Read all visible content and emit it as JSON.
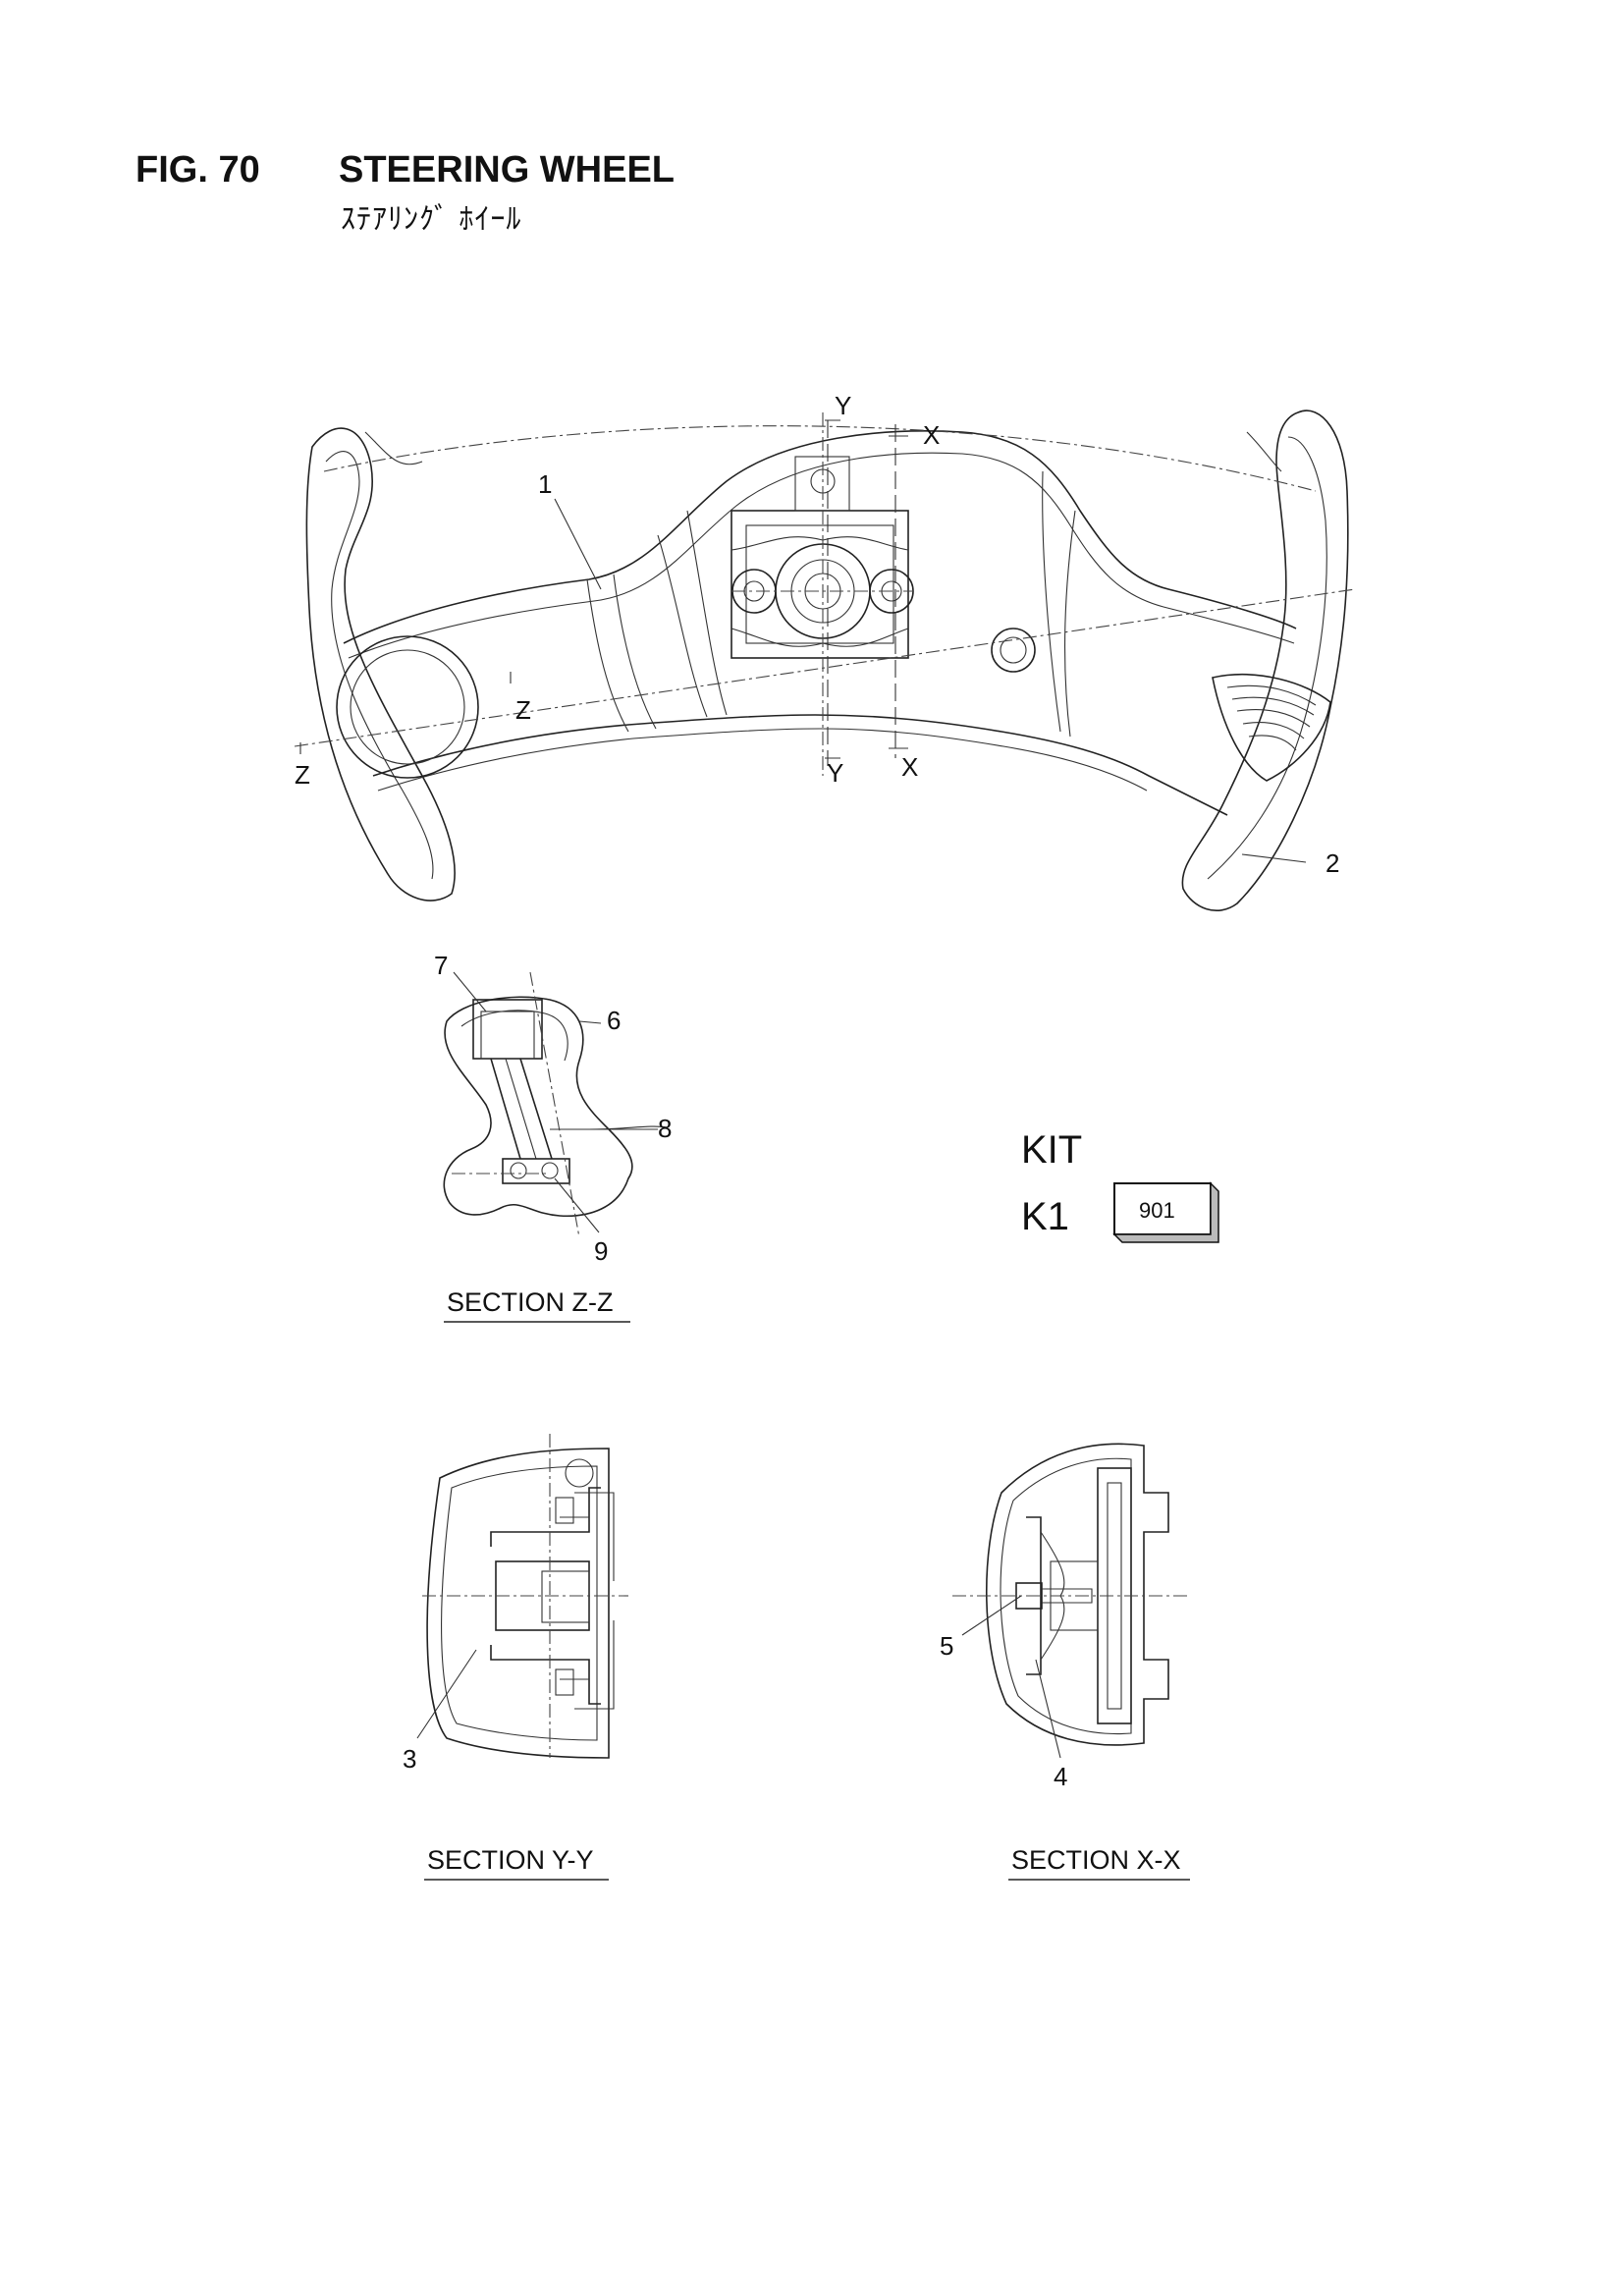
{
  "header": {
    "figure_number": "FIG. 70",
    "title": "STEERING WHEEL",
    "title_japanese": "ｽﾃｱﾘﾝｸﾞ ﾎｲｰﾙ"
  },
  "callouts": {
    "p1": "1",
    "p2": "2",
    "p3": "3",
    "p4": "4",
    "p5": "5",
    "p6": "6",
    "p7": "7",
    "p8": "8",
    "p9": "9"
  },
  "section_marks": {
    "y_top": "Y",
    "y_bottom": "Y",
    "x_top": "X",
    "x_bottom": "X",
    "z_left": "Z",
    "z_inner": "Z"
  },
  "sections": {
    "zz": "SECTION Z-Z",
    "yy": "SECTION Y-Y",
    "xx": "SECTION X-X"
  },
  "kit": {
    "heading": "KIT",
    "code": "K1",
    "part_number": "901"
  }
}
